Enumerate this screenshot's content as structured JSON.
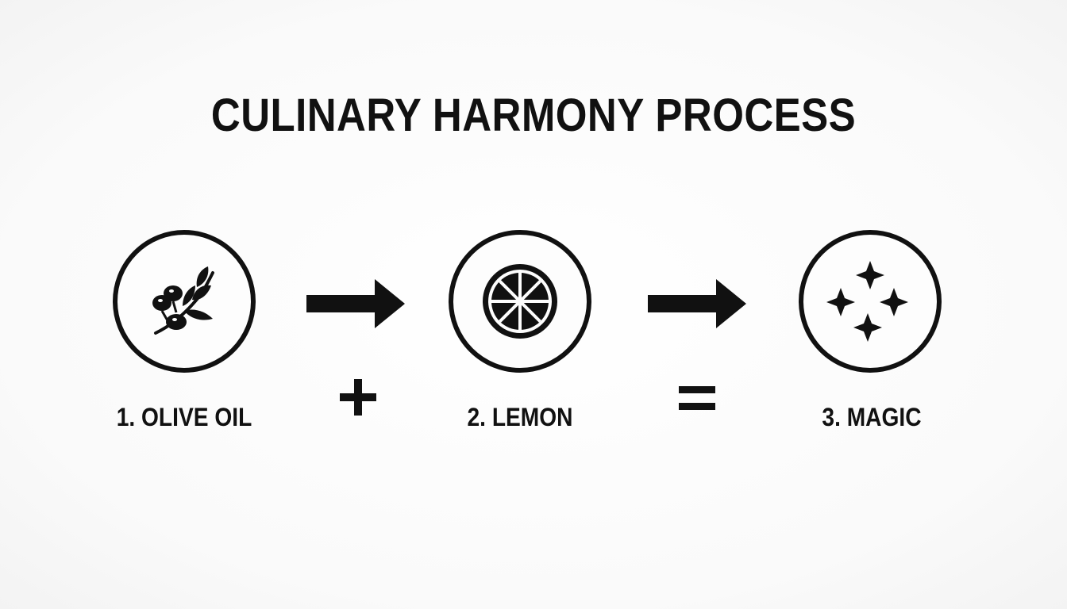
{
  "title": "CULINARY HARMONY PROCESS",
  "steps": [
    {
      "label": "1. OLIVE OIL",
      "icon": "olive-branch-icon"
    },
    {
      "label": "2. LEMON",
      "icon": "lemon-slice-icon"
    },
    {
      "label": "3. MAGIC",
      "icon": "sparkles-icon"
    }
  ],
  "operators": [
    "+",
    "="
  ],
  "colors": {
    "ink": "#111111",
    "background": "#fdfdfd"
  }
}
